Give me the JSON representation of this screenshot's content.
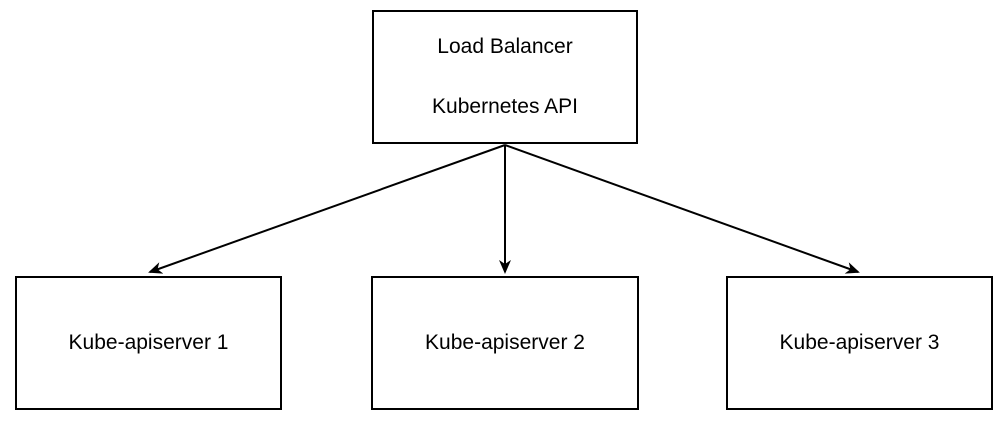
{
  "diagram": {
    "colors": {
      "stroke": "#000000",
      "fill": "#ffffff",
      "text": "#000000"
    },
    "nodes": {
      "load_balancer": {
        "line1": "Load Balancer",
        "line2": "Kubernetes API"
      },
      "apiserver_1": {
        "label": "Kube-apiserver 1"
      },
      "apiserver_2": {
        "label": "Kube-apiserver 2"
      },
      "apiserver_3": {
        "label": "Kube-apiserver 3"
      }
    },
    "edges": [
      {
        "from": "load_balancer",
        "to": "apiserver_1"
      },
      {
        "from": "load_balancer",
        "to": "apiserver_2"
      },
      {
        "from": "load_balancer",
        "to": "apiserver_3"
      }
    ]
  }
}
